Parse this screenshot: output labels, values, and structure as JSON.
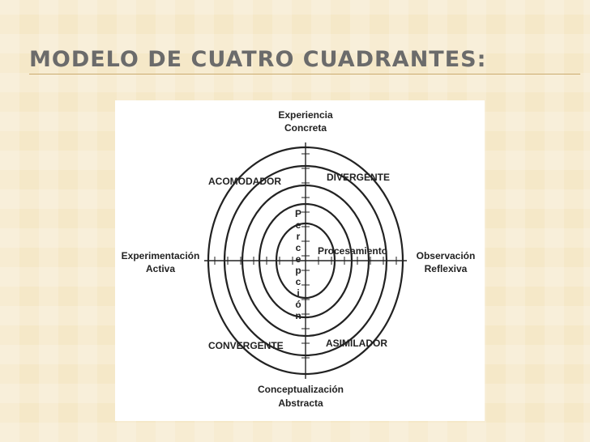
{
  "slide": {
    "title": "MODELO DE CUATRO CUADRANTES:"
  },
  "diagram": {
    "top_label": [
      "Experiencia",
      "Concreta"
    ],
    "bottom_label": [
      "Conceptualización",
      "Abstracta"
    ],
    "left_label": [
      "Experimentación",
      "Activa"
    ],
    "right_label": [
      "Observación",
      "Reflexiva"
    ],
    "quadrant_top_left": "ACOMODADOR",
    "quadrant_top_right": "DIVERGENTE",
    "quadrant_bottom_left": "CONVERGENTE",
    "quadrant_bottom_right": "ASIMILADOR",
    "horizontal_axis_label": "Procesamiento",
    "vertical_axis_letters": [
      "P",
      "e",
      "r",
      "c",
      "e",
      "p",
      "c",
      "i",
      "ó",
      "n"
    ]
  },
  "colors": {
    "background": "#f5e8c8",
    "title": "#6b6b6b",
    "rule": "#c9a86a",
    "ink": "#222222"
  }
}
